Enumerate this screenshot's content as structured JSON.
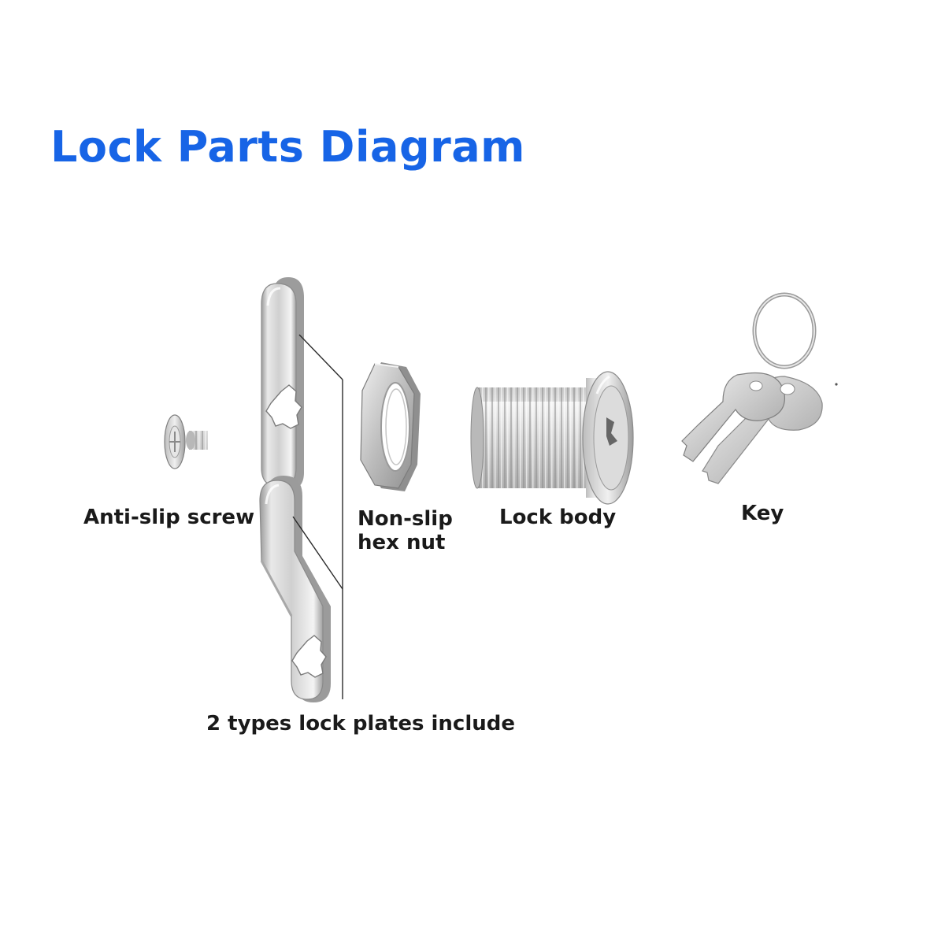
{
  "title": "Lock Parts Diagram",
  "colors": {
    "title": "#1764e6",
    "metal_light": "#f2f2f2",
    "metal_mid": "#c8c8c8",
    "metal_dark": "#8a8a8a",
    "leader_line": "#2a2a2a"
  },
  "parts": {
    "screw": {
      "label": "Anti-slip screw",
      "icon": "screw-icon"
    },
    "nut": {
      "label_line1": "Non-slip",
      "label_line2": "hex nut",
      "icon": "hex-nut-icon"
    },
    "body": {
      "label": "Lock body",
      "icon": "lock-cylinder-icon"
    },
    "key": {
      "label": "Key",
      "icon": "key-ring-icon"
    },
    "plates": {
      "label": "2 types lock plates include",
      "icon": "cam-plate-icon"
    }
  }
}
